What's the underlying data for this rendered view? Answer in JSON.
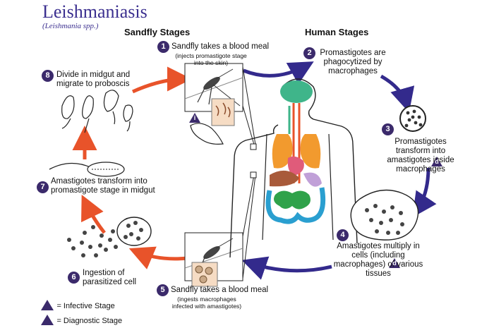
{
  "title": "Leishmaniasis",
  "subtitle": "(Leishmania spp.)",
  "sections": {
    "sandfly": "Sandfly Stages",
    "human": "Human Stages"
  },
  "steps": [
    {
      "num": "1",
      "text": "Sandfly takes a blood meal",
      "sub": "(injects promastigote stage into the skin)"
    },
    {
      "num": "2",
      "text": "Promastigotes are phagocytized by macrophages"
    },
    {
      "num": "3",
      "text": "Promastigotes transform into amastigotes inside macrophages"
    },
    {
      "num": "4",
      "text": "Amastigotes multiply in cells (including macrophages) of various tissues"
    },
    {
      "num": "5",
      "text": "Sandfly takes a blood meal",
      "sub": "(ingests macrophages infected with amastigotes)"
    },
    {
      "num": "6",
      "text": "Ingestion of parasitized cell"
    },
    {
      "num": "7",
      "text": "Amastigotes transform into promastigote stage in midgut"
    },
    {
      "num": "8",
      "text": "Divide in midgut and migrate to proboscis"
    }
  ],
  "legend": {
    "infective_letter": "i",
    "infective_label": "= Infective Stage",
    "diagnostic_letter": "d",
    "diagnostic_label": "= Diagnostic Stage"
  },
  "colors": {
    "title": "#3b2f8f",
    "human_arrow": "#332a8c",
    "sandfly_arrow": "#e8532a",
    "step_badge": "#3b2a6b",
    "brain": "#3fb58a",
    "lungs": "#f29a2e",
    "liver": "#a85a3a",
    "stomach": "#e05b7a",
    "intestine": "#2fa24a",
    "colon": "#2a9fd0"
  }
}
